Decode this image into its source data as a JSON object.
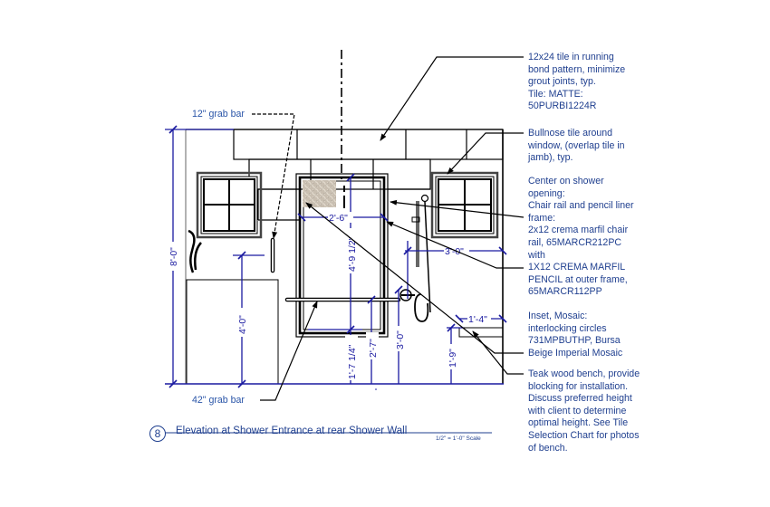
{
  "drawing": {
    "number": "8",
    "title": "Elevation at Shower Entrance at rear Shower Wall",
    "scale": "1/2\" = 1'-0\" Scale",
    "colors": {
      "annotation_text": "#1f3f8f",
      "dimension_line": "#1a1aa0",
      "linework": "#000000",
      "leader": "#222222"
    }
  },
  "labels": {
    "grab_bar_12": "12\" grab bar",
    "grab_bar_42": "42\" grab bar"
  },
  "dimensions": {
    "overall_height": "8'-0\"",
    "vanity_height": "4'-0\"",
    "opening_width": "2'-6\"",
    "opening_height": "4'-9 1/2\"",
    "sill_height": "1'-7 1/4\"",
    "grab_bar_height": "2'-7\"",
    "valve_height": "3'-0\"",
    "center_to_wall": "3'-0\"",
    "bench_depth": "1'-4\"",
    "bench_height": "1'-9\""
  },
  "notes": [
    {
      "id": "tile",
      "text": "12x24 tile in running\nbond pattern, minimize\ngrout joints, typ.\nTile: MATTE:\n50PURBI1224R"
    },
    {
      "id": "bullnose",
      "text": "Bullnose tile around\nwindow, (overlap tile in\njamb), typ."
    },
    {
      "id": "chair-rail",
      "text": "Center on shower\nopening:\nChair rail and pencil liner\nframe:\n2x12 crema marfil chair\nrail, 65MARCR212PC\nwith\n1X12 CREMA MARFIL\nPENCIL at outer frame,\n65MARCR112PP"
    },
    {
      "id": "mosaic",
      "text": "Inset, Mosaic:\ninterlocking circles\n731MPBUTHP, Bursa\nBeige Imperial Mosaic"
    },
    {
      "id": "bench",
      "text": "Teak wood bench, provide\nblocking for installation.\nDiscuss preferred height\nwith client to determine\noptimal height. See Tile\nSelection Chart for photos\nof bench."
    }
  ]
}
